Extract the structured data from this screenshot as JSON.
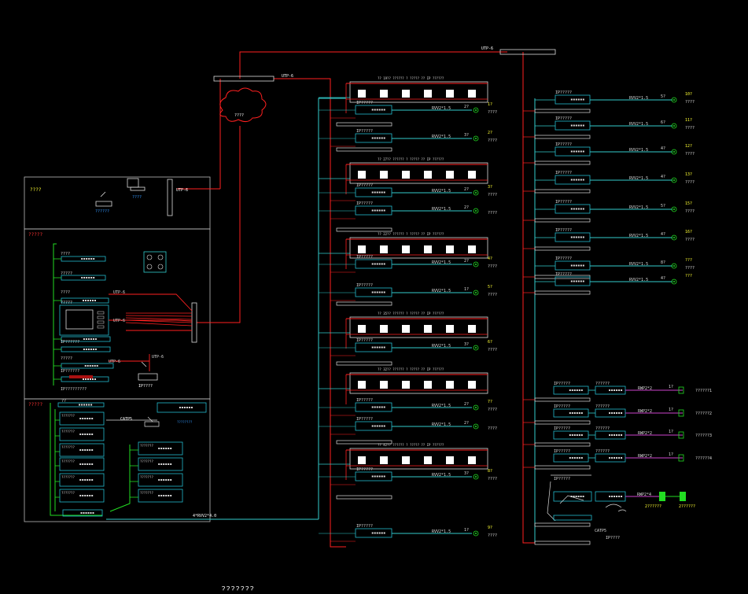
{
  "colors": {
    "background": "#000000",
    "red_line": "#ff2020",
    "cyan_line": "#33cccc",
    "green_line": "#22dd22",
    "white_line": "#dddddd",
    "yellow_text": "#ffff33",
    "magenta_line": "#cc44cc",
    "device_cyan": "#22bbcc",
    "red_label": "#ff3333",
    "blue_label": "#3399ff"
  },
  "network": {
    "top_cable": "UTP-6",
    "mid_cable": "UTP-6",
    "cloud": "????",
    "bottom_trunk": "4*RVV2*4.0",
    "left_cables": [
      "UTP-6",
      "UTP-6",
      "UTP-6",
      "UTP-6"
    ],
    "left_top_cable": "UTP-6",
    "catp": "CATP5"
  },
  "left_panel": {
    "room1_label": "????",
    "room2_label": "?????",
    "room3_label": "?????",
    "pc_label": "????",
    "mic_label": "??????",
    "device_labels": [
      "????",
      "?????",
      "????",
      "?????",
      "IP??????",
      "?????",
      "IP??????",
      "IP?????????"
    ],
    "rack_labels": [
      "??",
      "???????",
      "???????",
      "???????",
      "???????",
      "???????",
      "???????",
      "???????",
      "???????",
      "???????"
    ],
    "rack_right_label": "????????",
    "mic2_label": "IP????"
  },
  "floors_mid": [
    {
      "header": "?? 19?? ?????? ? ????? ?? IP ??????",
      "devices": [
        {
          "id": "IP?????",
          "cable": "RVV2*1.5",
          "count": "2?",
          "floor": "1?",
          "name": "????"
        }
      ]
    },
    {
      "header": "",
      "devices": [
        {
          "id": "IP?????",
          "cable": "RVV2*1.5",
          "count": "3?",
          "floor": "2?",
          "name": "????"
        }
      ]
    },
    {
      "header": "?? 27?? ?????? ? ????? ?? IP ??????",
      "devices": [
        {
          "id": "IP?????",
          "cable": "RVV2*1.5",
          "count": "2?",
          "floor": "3?",
          "name": "????"
        },
        {
          "id": "IP?????",
          "cable": "RVV2*1.5",
          "count": "2?",
          "floor": "",
          "name": "????"
        }
      ]
    },
    {
      "header": "?? 22?? ?????? ? ????? ?? IP ??????",
      "devices": [
        {
          "id": "IP?????",
          "cable": "RVV2*1.5",
          "count": "2?",
          "floor": "4?",
          "name": "????"
        },
        {
          "id": "IP?????",
          "cable": "RVV2*1.5",
          "count": "1?",
          "floor": "5?",
          "name": "????"
        }
      ]
    },
    {
      "header": "?? 35?? ?????? ? ????? ?? IP ??????",
      "devices": [
        {
          "id": "IP?????",
          "cable": "RVV2*1.5",
          "count": "3?",
          "floor": "6?",
          "name": "????"
        }
      ]
    },
    {
      "header": "?? 32?? ?????? ? ????? ?? IP ??????",
      "devices": [
        {
          "id": "IP?????",
          "cable": "RVV2*1.5",
          "count": "2?",
          "floor": "7?",
          "name": "????"
        },
        {
          "id": "IP?????",
          "cable": "RVV2*1.5",
          "count": "2?",
          "floor": "",
          "name": "????"
        }
      ]
    },
    {
      "header": "?? 42?? ?????? ? ????? ?? IP ??????",
      "devices": [
        {
          "id": "IP?????",
          "cable": "RVV2*1.5",
          "count": "3?",
          "floor": "8?",
          "name": "????"
        },
        {
          "id": "IP?????",
          "cable": "RVV2*1.5",
          "count": "1?",
          "floor": "9?",
          "name": "????"
        }
      ]
    }
  ],
  "floors_right": [
    {
      "id": "IP?????",
      "cable": "RVV2*1.5",
      "count": "5?",
      "floor": "10?",
      "name": "????"
    },
    {
      "id": "IP?????",
      "cable": "RVV2*1.5",
      "count": "6?",
      "floor": "11?",
      "name": "????"
    },
    {
      "id": "IP?????",
      "cable": "RVV2*1.5",
      "count": "4?",
      "floor": "12?",
      "name": "????"
    },
    {
      "id": "IP?????",
      "cable": "RVV2*1.5",
      "count": "4?",
      "floor": "13?",
      "name": "????"
    },
    {
      "id": "IP?????",
      "cable": "RVV2*1.5",
      "count": "5?",
      "floor": "15?",
      "name": "????"
    },
    {
      "id": "IP?????",
      "cable": "RVV2*1.5",
      "count": "4?",
      "floor": "16?",
      "name": "????"
    },
    {
      "id": "IP?????",
      "cable": "RVV2*1.5",
      "count": "8?",
      "floor": "???",
      "name": "????"
    },
    {
      "id": "IP?????",
      "cable": "RVV2*1.5",
      "count": "4?",
      "floor": "???",
      "name": ""
    }
  ],
  "outdoor": [
    {
      "id": "IP?????",
      "amp": "??????",
      "cable": "RWP2*2",
      "count": "1?",
      "name": "??????1"
    },
    {
      "id": "IP?????",
      "amp": "??????",
      "cable": "RWP2*2",
      "count": "1?",
      "name": "??????2"
    },
    {
      "id": "IP?????",
      "amp": "??????",
      "cable": "RWP2*2",
      "count": "1?",
      "name": "??????3"
    },
    {
      "id": "IP?????",
      "amp": "??????",
      "cable": "RWP2*2",
      "count": "1?",
      "name": "??????4"
    }
  ],
  "wireless": {
    "id": "IP?????",
    "cable": "RWP2*4",
    "speaker1": "2??????",
    "speaker2": "2??????",
    "label": "IP????",
    "catp": "CATP5"
  },
  "bottom_caption": "???????"
}
